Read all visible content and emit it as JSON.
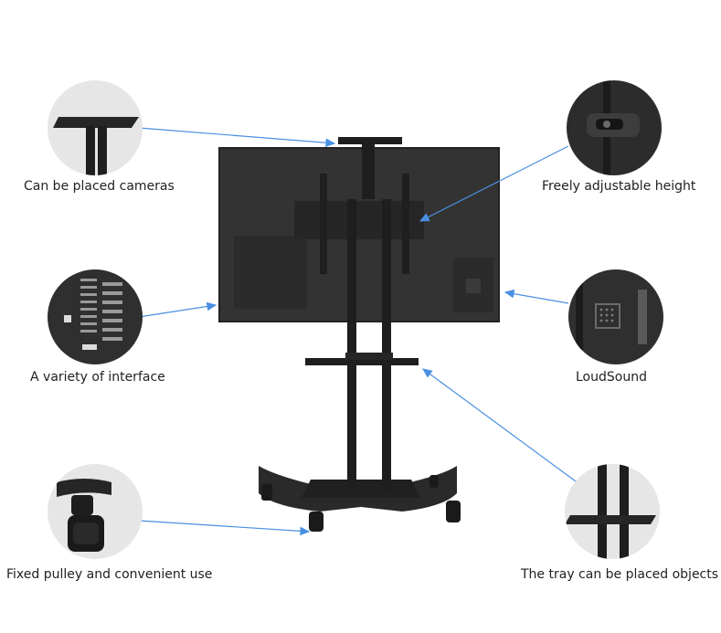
{
  "features": {
    "cameras": "Can be placed cameras",
    "height": "Freely adjustable height",
    "interface": "A variety of interface",
    "sound": "LoudSound",
    "pulley": "Fixed pulley and convenient use",
    "tray": "The tray can be placed objects"
  },
  "colors": {
    "arrow": "#4a90e2",
    "stand": "#1e1e1e",
    "circle_bg": "#e6e6e6"
  }
}
